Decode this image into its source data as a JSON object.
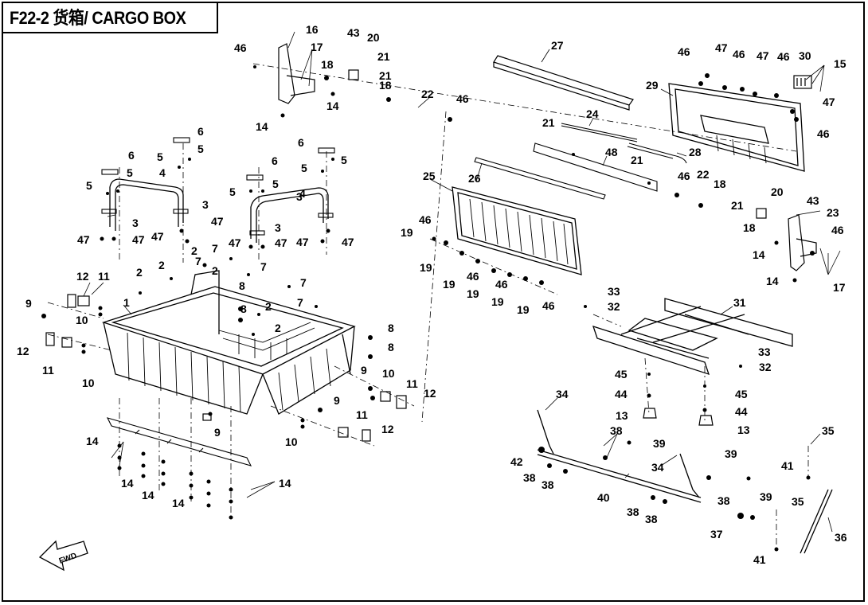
{
  "title": "F22-2 货箱/ CARGO BOX",
  "fwd_label": "FWD",
  "callouts": [
    {
      "id": "c1",
      "text": "1"
    },
    {
      "id": "c2a",
      "text": "2"
    },
    {
      "id": "c2b",
      "text": "2"
    },
    {
      "id": "c2c",
      "text": "2"
    },
    {
      "id": "c2d",
      "text": "2"
    },
    {
      "id": "c2e",
      "text": "2"
    },
    {
      "id": "c2f",
      "text": "2"
    },
    {
      "id": "c3a",
      "text": "3"
    },
    {
      "id": "c3b",
      "text": "3"
    },
    {
      "id": "c3c",
      "text": "3"
    },
    {
      "id": "c3d",
      "text": "3"
    },
    {
      "id": "c4a",
      "text": "4"
    },
    {
      "id": "c4b",
      "text": "4"
    },
    {
      "id": "c5a",
      "text": "5"
    },
    {
      "id": "c5b",
      "text": "5"
    },
    {
      "id": "c5c",
      "text": "5"
    },
    {
      "id": "c5d",
      "text": "5"
    },
    {
      "id": "c5e",
      "text": "5"
    },
    {
      "id": "c5f",
      "text": "5"
    },
    {
      "id": "c5g",
      "text": "5"
    },
    {
      "id": "c5h",
      "text": "5"
    },
    {
      "id": "c6a",
      "text": "6"
    },
    {
      "id": "c6b",
      "text": "6"
    },
    {
      "id": "c6c",
      "text": "6"
    },
    {
      "id": "c6d",
      "text": "6"
    },
    {
      "id": "c7a",
      "text": "7"
    },
    {
      "id": "c7b",
      "text": "7"
    },
    {
      "id": "c7c",
      "text": "7"
    },
    {
      "id": "c7d",
      "text": "7"
    },
    {
      "id": "c7e",
      "text": "7"
    },
    {
      "id": "c8a",
      "text": "8"
    },
    {
      "id": "c8b",
      "text": "8"
    },
    {
      "id": "c8c",
      "text": "8"
    },
    {
      "id": "c8d",
      "text": "8"
    },
    {
      "id": "c9a",
      "text": "9"
    },
    {
      "id": "c9b",
      "text": "9"
    },
    {
      "id": "c9c",
      "text": "9"
    },
    {
      "id": "c9d",
      "text": "9"
    },
    {
      "id": "c10a",
      "text": "10"
    },
    {
      "id": "c10b",
      "text": "10"
    },
    {
      "id": "c10c",
      "text": "10"
    },
    {
      "id": "c10d",
      "text": "10"
    },
    {
      "id": "c11a",
      "text": "11"
    },
    {
      "id": "c11b",
      "text": "11"
    },
    {
      "id": "c11c",
      "text": "11"
    },
    {
      "id": "c11d",
      "text": "11"
    },
    {
      "id": "c12a",
      "text": "12"
    },
    {
      "id": "c12b",
      "text": "12"
    },
    {
      "id": "c12c",
      "text": "12"
    },
    {
      "id": "c12d",
      "text": "12"
    },
    {
      "id": "c13a",
      "text": "13"
    },
    {
      "id": "c13b",
      "text": "13"
    },
    {
      "id": "c14a",
      "text": "14"
    },
    {
      "id": "c14b",
      "text": "14"
    },
    {
      "id": "c14c",
      "text": "14"
    },
    {
      "id": "c14d",
      "text": "14"
    },
    {
      "id": "c14e",
      "text": "14"
    },
    {
      "id": "c14f",
      "text": "14"
    },
    {
      "id": "c14g",
      "text": "14"
    },
    {
      "id": "c14h",
      "text": "14"
    },
    {
      "id": "c14i",
      "text": "14"
    },
    {
      "id": "c15",
      "text": "15"
    },
    {
      "id": "c16",
      "text": "16"
    },
    {
      "id": "c17a",
      "text": "17"
    },
    {
      "id": "c17b",
      "text": "17"
    },
    {
      "id": "c18a",
      "text": "18"
    },
    {
      "id": "c18b",
      "text": "18"
    },
    {
      "id": "c18c",
      "text": "18"
    },
    {
      "id": "c18d",
      "text": "18"
    },
    {
      "id": "c19a",
      "text": "19"
    },
    {
      "id": "c19b",
      "text": "19"
    },
    {
      "id": "c19c",
      "text": "19"
    },
    {
      "id": "c19d",
      "text": "19"
    },
    {
      "id": "c19e",
      "text": "19"
    },
    {
      "id": "c19f",
      "text": "19"
    },
    {
      "id": "c20a",
      "text": "20"
    },
    {
      "id": "c20b",
      "text": "20"
    },
    {
      "id": "c21a",
      "text": "21"
    },
    {
      "id": "c21b",
      "text": "21"
    },
    {
      "id": "c21c",
      "text": "21"
    },
    {
      "id": "c21d",
      "text": "21"
    },
    {
      "id": "c21e",
      "text": "21"
    },
    {
      "id": "c22a",
      "text": "22"
    },
    {
      "id": "c22b",
      "text": "22"
    },
    {
      "id": "c23",
      "text": "23"
    },
    {
      "id": "c24",
      "text": "24"
    },
    {
      "id": "c25",
      "text": "25"
    },
    {
      "id": "c26",
      "text": "26"
    },
    {
      "id": "c27",
      "text": "27"
    },
    {
      "id": "c28",
      "text": "28"
    },
    {
      "id": "c29",
      "text": "29"
    },
    {
      "id": "c30",
      "text": "30"
    },
    {
      "id": "c31",
      "text": "31"
    },
    {
      "id": "c32a",
      "text": "32"
    },
    {
      "id": "c32b",
      "text": "32"
    },
    {
      "id": "c33a",
      "text": "33"
    },
    {
      "id": "c33b",
      "text": "33"
    },
    {
      "id": "c34a",
      "text": "34"
    },
    {
      "id": "c34b",
      "text": "34"
    },
    {
      "id": "c35a",
      "text": "35"
    },
    {
      "id": "c35b",
      "text": "35"
    },
    {
      "id": "c36",
      "text": "36"
    },
    {
      "id": "c37",
      "text": "37"
    },
    {
      "id": "c38a",
      "text": "38"
    },
    {
      "id": "c38b",
      "text": "38"
    },
    {
      "id": "c38c",
      "text": "38"
    },
    {
      "id": "c38d",
      "text": "38"
    },
    {
      "id": "c38e",
      "text": "38"
    },
    {
      "id": "c38f",
      "text": "38"
    },
    {
      "id": "c39a",
      "text": "39"
    },
    {
      "id": "c39b",
      "text": "39"
    },
    {
      "id": "c39c",
      "text": "39"
    },
    {
      "id": "c40",
      "text": "40"
    },
    {
      "id": "c41a",
      "text": "41"
    },
    {
      "id": "c41b",
      "text": "41"
    },
    {
      "id": "c42",
      "text": "42"
    },
    {
      "id": "c43a",
      "text": "43"
    },
    {
      "id": "c43b",
      "text": "43"
    },
    {
      "id": "c44a",
      "text": "44"
    },
    {
      "id": "c44b",
      "text": "44"
    },
    {
      "id": "c45a",
      "text": "45"
    },
    {
      "id": "c45b",
      "text": "45"
    },
    {
      "id": "c46a",
      "text": "46"
    },
    {
      "id": "c46b",
      "text": "46"
    },
    {
      "id": "c46c",
      "text": "46"
    },
    {
      "id": "c46d",
      "text": "46"
    },
    {
      "id": "c46e",
      "text": "46"
    },
    {
      "id": "c46f",
      "text": "46"
    },
    {
      "id": "c46g",
      "text": "46"
    },
    {
      "id": "c46h",
      "text": "46"
    },
    {
      "id": "c46i",
      "text": "46"
    },
    {
      "id": "c46j",
      "text": "46"
    },
    {
      "id": "c46k",
      "text": "46"
    },
    {
      "id": "c46l",
      "text": "46"
    },
    {
      "id": "c47a",
      "text": "47"
    },
    {
      "id": "c47b",
      "text": "47"
    },
    {
      "id": "c47c",
      "text": "47"
    },
    {
      "id": "c47d",
      "text": "47"
    },
    {
      "id": "c47e",
      "text": "47"
    },
    {
      "id": "c47f",
      "text": "47"
    },
    {
      "id": "c47g",
      "text": "47"
    },
    {
      "id": "c47h",
      "text": "47"
    },
    {
      "id": "c47i",
      "text": "47"
    },
    {
      "id": "c48",
      "text": "48"
    }
  ]
}
